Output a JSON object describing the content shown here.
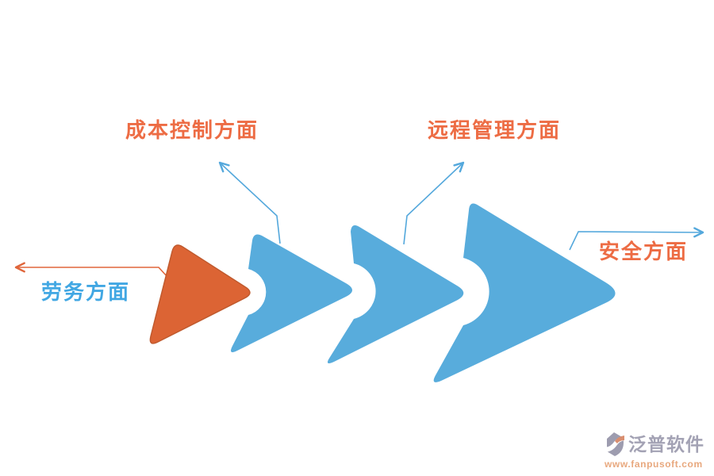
{
  "diagram": {
    "type": "chevron-flow",
    "direction": "left-to-right",
    "items": [
      {
        "label": "劳务方面",
        "shape": "rounded-triangle",
        "color": "#DC6434",
        "label_color": "#41A7E3",
        "label_side": "left"
      },
      {
        "label": "成本控制方面",
        "shape": "chevron",
        "color": "#58ACDC",
        "label_color": "#ED6C44",
        "label_side": "top-left"
      },
      {
        "label": "远程管理方面",
        "shape": "chevron",
        "color": "#58ACDC",
        "label_color": "#ED6C44",
        "label_side": "top-right"
      },
      {
        "label": "安全方面",
        "shape": "chevron",
        "color": "#58ACDC",
        "label_color": "#ED6C44",
        "label_side": "right"
      }
    ]
  },
  "colors": {
    "shape_orange": "#DC6434",
    "shape_orange_border": "#C05A2E",
    "shape_blue": "#58ACDC",
    "text_orange": "#ED6C44",
    "text_blue": "#41A7E3",
    "connector_blue": "#54A8DC",
    "connector_orange": "#E0663B",
    "brand_gray": "#A3A2B4",
    "brand_orange": "#E8A87E",
    "background": "#FFFFFF"
  },
  "footer": {
    "brand": "泛普软件",
    "website": "www.fanpusoft.com"
  }
}
